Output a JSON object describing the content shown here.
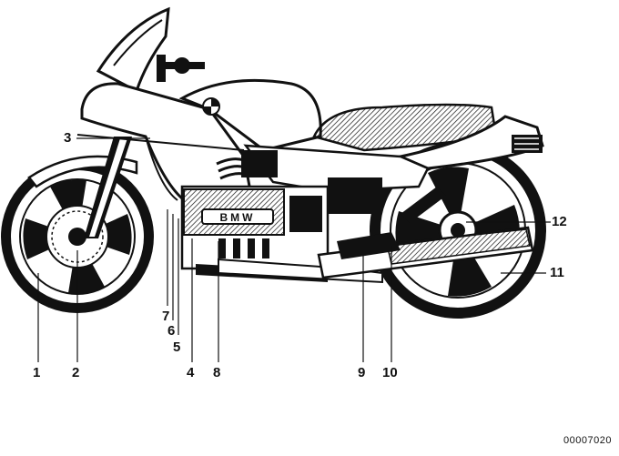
{
  "diagram": {
    "brand_text": "BMW",
    "drawing_number": "00007020",
    "callouts": [
      "1",
      "2",
      "3",
      "4",
      "5",
      "6",
      "7",
      "8",
      "9",
      "10",
      "11",
      "12"
    ]
  }
}
